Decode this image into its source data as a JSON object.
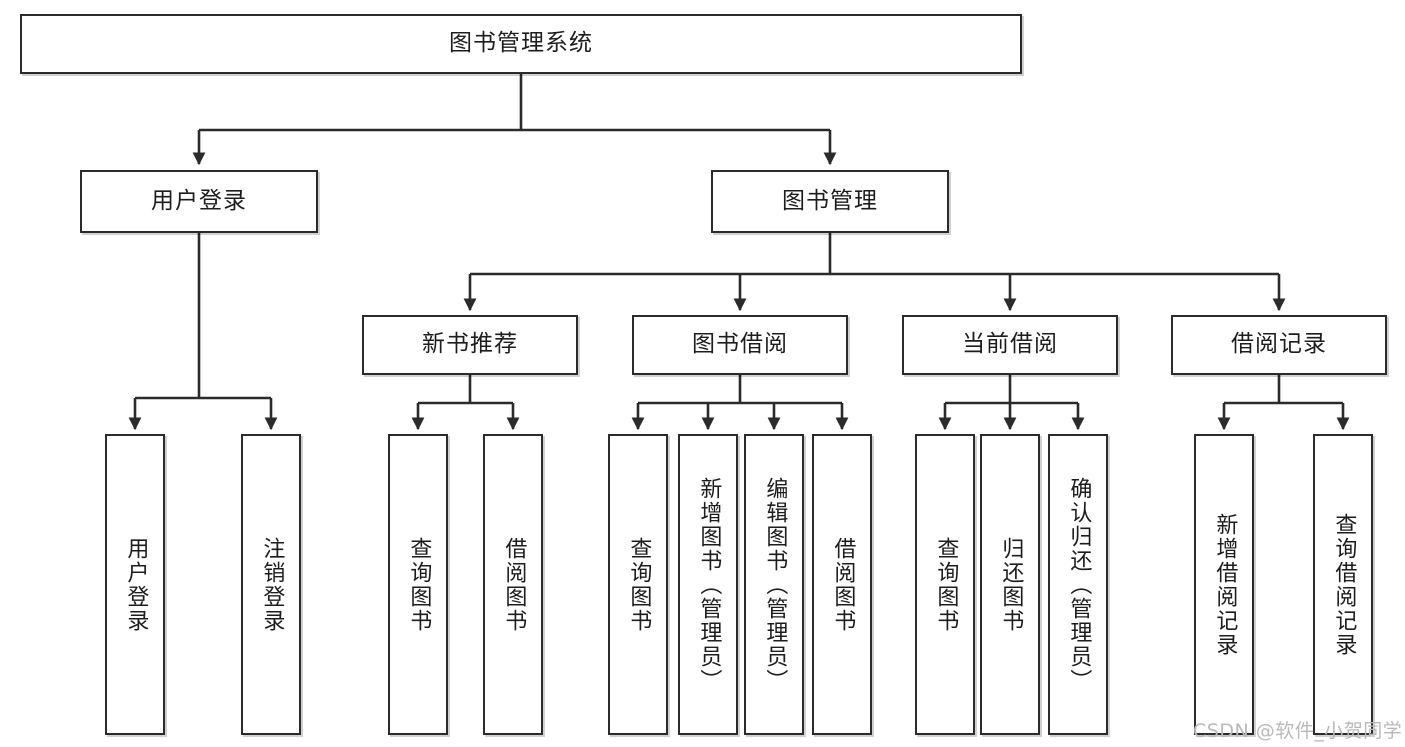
{
  "diagram": {
    "title": "图书管理系统",
    "type": "tree-hierarchy",
    "watermark": "CSDN @软件_小贺同学",
    "colors": {
      "box_border": "#2b2b2b",
      "box_fill": "#ffffff",
      "edge": "#2b2b2b",
      "text": "#1d1d1d",
      "watermark": "#b9b9b9",
      "background": "#ffffff"
    },
    "levels": {
      "root": {
        "label": "图书管理系统"
      },
      "level2": [
        {
          "label": "用户登录"
        },
        {
          "label": "图书管理"
        }
      ],
      "level3": [
        {
          "label": "新书推荐"
        },
        {
          "label": "图书借阅"
        },
        {
          "label": "当前借阅"
        },
        {
          "label": "借阅记录"
        }
      ],
      "leaves": {
        "user_login": [
          {
            "label": "用户登录"
          },
          {
            "label": "注销登录"
          }
        ],
        "new_book_recommend": [
          {
            "label": "查询图书"
          },
          {
            "label": "借阅图书"
          }
        ],
        "book_borrow": [
          {
            "label": "查询图书"
          },
          {
            "label": "新增图书（管理员）"
          },
          {
            "label": "编辑图书（管理员）"
          },
          {
            "label": "借阅图书"
          }
        ],
        "current_borrow": [
          {
            "label": "查询图书"
          },
          {
            "label": "归还图书"
          },
          {
            "label": "确认归还（管理员）"
          }
        ],
        "borrow_record": [
          {
            "label": "新增借阅记录"
          },
          {
            "label": "查询借阅记录"
          }
        ]
      }
    }
  }
}
